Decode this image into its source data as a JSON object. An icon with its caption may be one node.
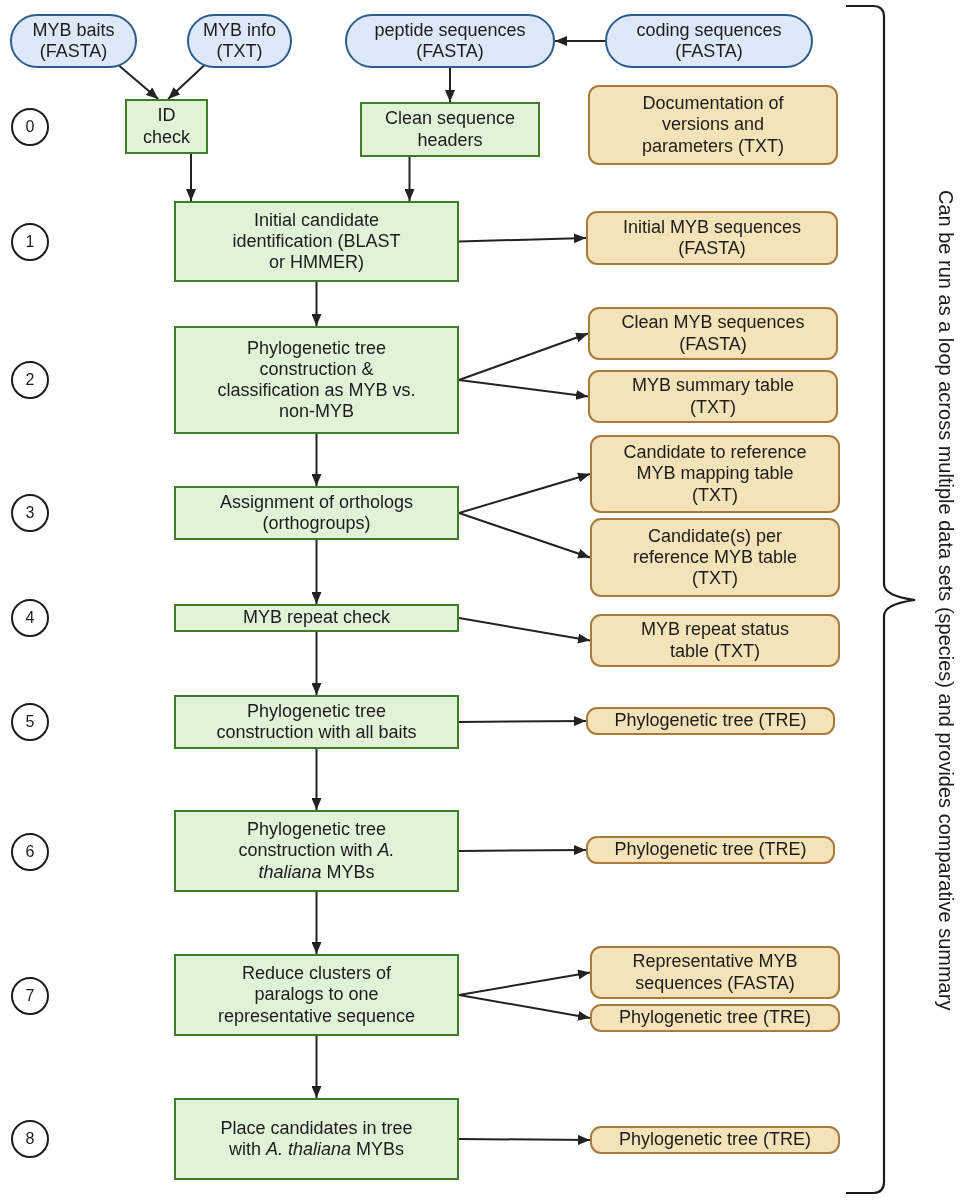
{
  "diagram": {
    "nodes": [
      {
        "text": [
          "MYB baits (FASTA)"
        ]
      },
      {
        "text": [
          "MYB info (TXT)"
        ]
      },
      {
        "text": [
          "peptide sequences (FASTA)"
        ]
      },
      {
        "text": [
          "coding sequences (FASTA)"
        ]
      },
      {
        "text": [
          "ID check"
        ]
      },
      {
        "text": [
          "Clean sequence headers"
        ]
      },
      {
        "text": [
          "Documentation of versions and parameters (TXT)"
        ]
      },
      {
        "text": [
          "Initial candidate identification (BLAST or HMMER)"
        ]
      },
      {
        "text": [
          "Initial MYB sequences (FASTA)"
        ]
      },
      {
        "text": [
          "Phylogenetic tree construction & classification as MYB vs. non-MYB"
        ]
      },
      {
        "text": [
          "Clean MYB sequences (FASTA)"
        ]
      },
      {
        "text": [
          "MYB summary table (TXT)"
        ]
      },
      {
        "text": [
          "Assignment of orthologs (orthogroups)"
        ]
      },
      {
        "text": [
          "Candidate to reference MYB mapping table (TXT)"
        ]
      },
      {
        "text": [
          "Candidate(s) per reference MYB table (TXT)"
        ]
      },
      {
        "text": [
          "MYB repeat check"
        ]
      },
      {
        "text": [
          "MYB repeat status table (TXT)"
        ]
      },
      {
        "text": [
          "Phylogenetic tree construction with all baits"
        ]
      },
      {
        "text": [
          "Phylogenetic tree (TRE)"
        ]
      },
      {
        "text": [
          "Phylogenetic tree construction with *A. thaliana* MYBs"
        ]
      },
      {
        "text": [
          "Phylogenetic tree (TRE)"
        ]
      },
      {
        "text": [
          "Reduce clusters of paralogs to one representative sequence"
        ]
      },
      {
        "text": [
          "Representative MYB sequences (FASTA)"
        ]
      },
      {
        "text": [
          "Phylogenetic tree (TRE)"
        ]
      },
      {
        "text": [
          "Place candidates in tree with *A. thaliana* MYBs"
        ]
      },
      {
        "text": [
          "Phylogenetic tree (TRE)"
        ]
      },
      {
        "text": [
          "0"
        ]
      },
      {
        "text": [
          "1"
        ]
      },
      {
        "text": [
          "2"
        ]
      },
      {
        "text": [
          "3"
        ]
      },
      {
        "text": [
          "4"
        ]
      },
      {
        "text": [
          "5"
        ]
      },
      {
        "text": [
          "6"
        ]
      },
      {
        "text": [
          "7"
        ]
      },
      {
        "text": [
          "8"
        ]
      }
    ],
    "edges": [
      {
        "from": 0,
        "to": 4,
        "arrow": "to"
      },
      {
        "from": 1,
        "to": 4,
        "arrow": "to"
      },
      {
        "from": 3,
        "to": 2,
        "arrow": "to"
      },
      {
        "from": 2,
        "to": 5,
        "arrow": "to"
      },
      {
        "from": 4,
        "to": 7,
        "arrow": "to"
      },
      {
        "from": 5,
        "to": 7,
        "arrow": "to"
      },
      {
        "from": 7,
        "to": 8,
        "arrow": "to"
      },
      {
        "from": 7,
        "to": 9,
        "arrow": "to"
      },
      {
        "from": 9,
        "to": 10,
        "arrow": "to"
      },
      {
        "from": 9,
        "to": 11,
        "arrow": "to"
      },
      {
        "from": 9,
        "to": 12,
        "arrow": "to"
      },
      {
        "from": 12,
        "to": 13,
        "arrow": "to"
      },
      {
        "from": 12,
        "to": 14,
        "arrow": "to"
      },
      {
        "from": 12,
        "to": 15,
        "arrow": "to"
      },
      {
        "from": 15,
        "to": 16,
        "arrow": "to"
      },
      {
        "from": 15,
        "to": 17,
        "arrow": "to"
      },
      {
        "from": 17,
        "to": 18,
        "arrow": "to"
      },
      {
        "from": 17,
        "to": 19,
        "arrow": "to"
      },
      {
        "from": 19,
        "to": 20,
        "arrow": "to"
      },
      {
        "from": 19,
        "to": 21,
        "arrow": "to"
      },
      {
        "from": 21,
        "to": 22,
        "arrow": "to"
      },
      {
        "from": 21,
        "to": 23,
        "arrow": "to"
      },
      {
        "from": 21,
        "to": 24,
        "arrow": "to"
      },
      {
        "from": 24,
        "to": 25,
        "arrow": "to"
      }
    ],
    "labels": [
      "Can be run as a loop across multiple data sets (species) and provides comparative summary"
    ]
  }
}
